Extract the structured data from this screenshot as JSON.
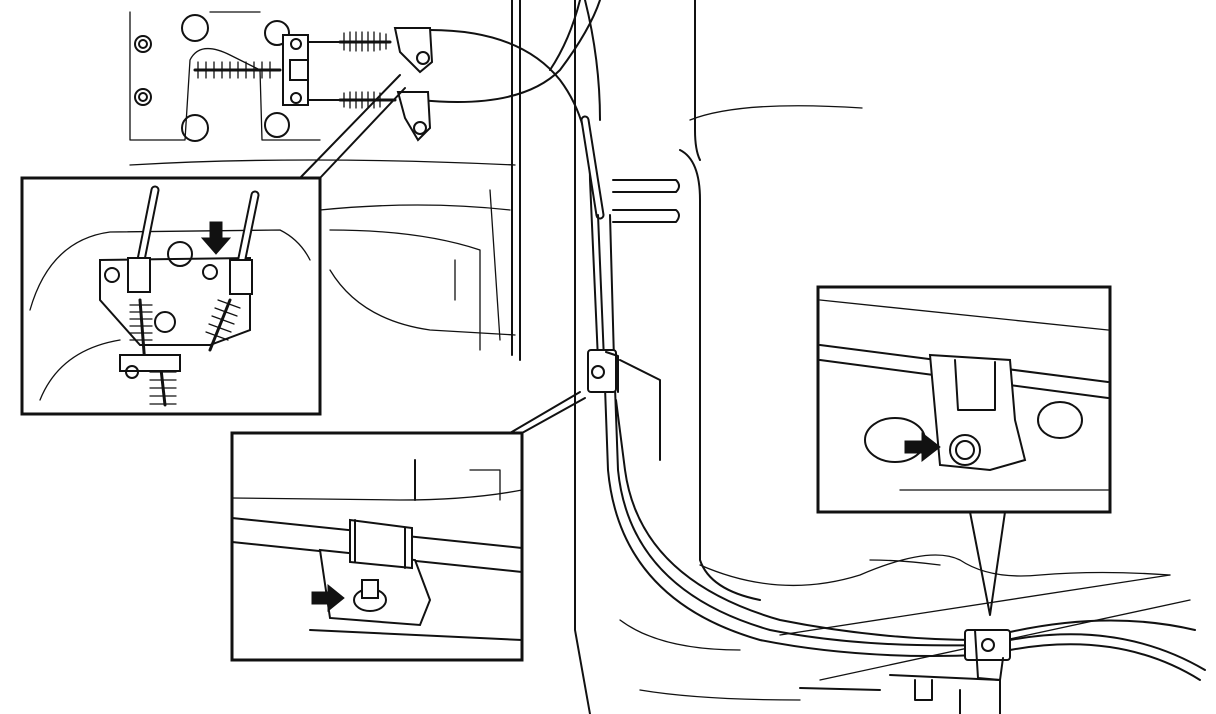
{
  "diagram": {
    "colors": {
      "ink": "#111111",
      "paper": "#ffffff"
    },
    "parts": [
      {
        "name": "parking-brake-cable-assembly"
      },
      {
        "name": "cable-equalizer-and-springs"
      },
      {
        "name": "cable-clip-center"
      },
      {
        "name": "cable-clip-rear"
      }
    ],
    "insets": [
      {
        "name": "inset-cable-ends-detail",
        "arrow": "black-arrow-down"
      },
      {
        "name": "inset-center-clip-detail",
        "arrow": "black-arrow-right"
      },
      {
        "name": "inset-rear-clip-detail",
        "arrow": "black-arrow-right"
      }
    ]
  }
}
